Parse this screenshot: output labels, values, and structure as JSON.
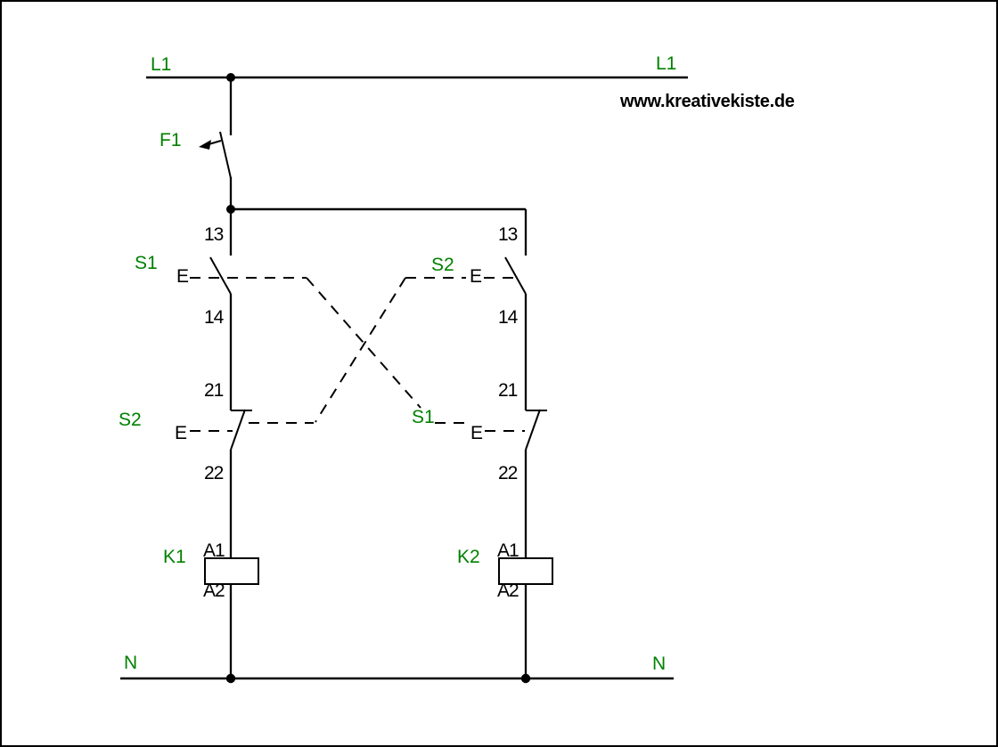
{
  "colors": {
    "label_green": "#008000",
    "line_black": "#000000",
    "background": "#ffffff"
  },
  "watermark": "www.kreativekiste.de",
  "rails": {
    "l1_left": "L1",
    "l1_right": "L1",
    "n_left": "N",
    "n_right": "N"
  },
  "breaker_f1": {
    "label": "F1"
  },
  "contact_s1_no": {
    "label": "S1",
    "actuator": "E",
    "terminal_top": "13",
    "terminal_bottom": "14"
  },
  "contact_s2_no": {
    "label": "S2",
    "actuator": "E",
    "terminal_top": "13",
    "terminal_bottom": "14"
  },
  "contact_s2_nc": {
    "label": "S2",
    "actuator": "E",
    "terminal_top": "21",
    "terminal_bottom": "22"
  },
  "contact_s1_nc": {
    "label": "S1",
    "actuator": "E",
    "terminal_top": "21",
    "terminal_bottom": "22"
  },
  "coil_k1": {
    "label": "K1",
    "terminal_top": "A1",
    "terminal_bottom": "A2"
  },
  "coil_k2": {
    "label": "K2",
    "terminal_top": "A1",
    "terminal_bottom": "A2"
  }
}
